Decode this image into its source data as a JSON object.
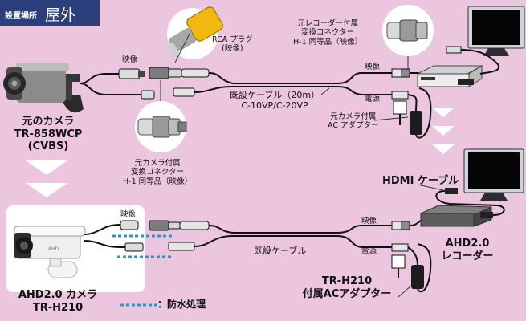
{
  "location": {
    "sub": "設置場所",
    "main": "屋外"
  },
  "old_system": {
    "camera_name": "元のカメラ",
    "camera_model": "TR-858WCP",
    "camera_signal": "(CVBS)",
    "rca_plug": "RCA プラグ",
    "rca_plug_sub": "(映像)",
    "camera_connector_line1": "元カメラ付属",
    "camera_connector_line2": "変換コネクター",
    "camera_connector_line3": "H-1 同等品（映像）",
    "recorder_connector_line1": "元レコーダー付属",
    "recorder_connector_line2": "変換コネクター",
    "recorder_connector_line3": "H-1 同等品（映像）",
    "cable_line1": "既設ケーブル（20m）",
    "cable_line2": "C-10VP/C-20VP",
    "video_label_camera": "映像",
    "video_label_recorder": "映像",
    "power_label": "電源",
    "adapter_line1": "元カメラ付属",
    "adapter_line2": "AC アダプター"
  },
  "new_system": {
    "camera_name": "AHD2.0 カメラ",
    "camera_model": "TR-H210",
    "video_label_camera": "映像",
    "video_label_recorder": "映像",
    "power_label": "電源",
    "cable": "既設ケーブル",
    "hdmi": "HDMI ケーブル",
    "recorder_line1": "AHD2.0",
    "recorder_line2": "レコーダー",
    "adapter_line1": "TR-H210",
    "adapter_line2": "付属ACアダプター",
    "legend": "：防水処理"
  },
  "colors": {
    "background": "#ecc6de",
    "badge": "#2b3f7d",
    "waterproof": "#1a9ad6",
    "arrow": "#ffffff"
  }
}
